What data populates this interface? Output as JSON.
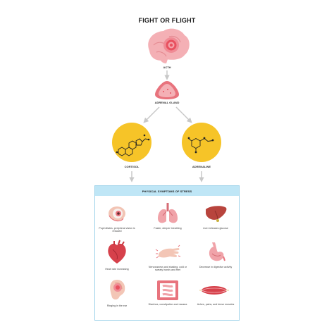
{
  "title": "FIGHT OR FLIGHT",
  "nodes": {
    "acth": "ACTH",
    "adrenal_gland": "ADRENAL GLAND",
    "cortisol": "CORTISOL",
    "adrenaline": "ADRENALINE"
  },
  "panel": {
    "header": "PHYSICAL SYMPTOMS OF STRESS",
    "symptoms": [
      {
        "icon": "eye-icon",
        "label": "Pupil dilates, peripheral vision is reduced"
      },
      {
        "icon": "lungs-icon",
        "label": "Faster, deeper breathing"
      },
      {
        "icon": "liver-icon",
        "label": "Liver releases glucose"
      },
      {
        "icon": "heart-icon",
        "label": "Heart rate increasing"
      },
      {
        "icon": "shaking-hand-icon",
        "label": "Nervousness and shaking, cold or sweaty hands and feet"
      },
      {
        "icon": "stomach-icon",
        "label": "Decrease in digestive activity"
      },
      {
        "icon": "ear-icon",
        "label": "Ringing in the ear"
      },
      {
        "icon": "intestine-icon",
        "label": "Diarrhea, constipation and nausea"
      },
      {
        "icon": "muscle-icon",
        "label": "Aches, pains, and tense muscles"
      }
    ]
  },
  "colors": {
    "brain": "#f2a3a8",
    "hormone_circle": "#f6c428",
    "panel_header": "#bfe6f6",
    "arrow": "#c8c8c8"
  }
}
